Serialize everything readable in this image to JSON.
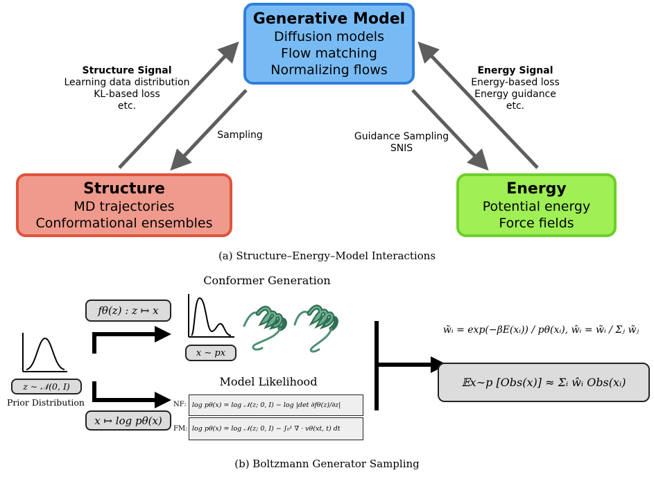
{
  "top": {
    "generative_model": {
      "title": "Generative Model",
      "lines": [
        "Diffusion models",
        "Flow matching",
        "Normalizing flows"
      ]
    },
    "structure": {
      "title": "Structure",
      "lines": [
        "MD trajectories",
        "Conformational ensembles"
      ]
    },
    "energy": {
      "title": "Energy",
      "lines": [
        "Potential energy",
        "Force fields"
      ]
    },
    "structure_signal": {
      "title": "Structure Signal",
      "lines": [
        "Learning data distribution",
        "KL-based loss",
        "etc."
      ]
    },
    "energy_signal": {
      "title": "Energy Signal",
      "lines": [
        "Energy-based loss",
        "Energy guidance",
        "etc."
      ]
    },
    "sampling_label": "Sampling",
    "guidance_label": [
      "Guidance Sampling",
      "SNIS"
    ],
    "caption": "(a) Structure–Energy–Model Interactions"
  },
  "bottom": {
    "conformer_title": "Conformer Generation",
    "flow_map": "fθ(z) : z ↦ x",
    "sample_x": "x ∼ px",
    "prior_sample": "z ∼ 𝒩(0, I)",
    "prior_label": "Prior Distribution",
    "likelihood_title": "Model Likelihood",
    "likelihood_map": "x ↦ log pθ(x)",
    "nf_label": "NF:",
    "nf_formula": "log pθ(x) = log 𝒩(z; 0, I) − log |det ∂fθ(z)/∂z|",
    "fm_label": "FM:",
    "fm_formula": "log pθ(x) = log 𝒩(z; 0, I) − ∫₀¹ ∇ · vθ(xt, t) dt",
    "weights_formula": "w̃ᵢ = exp(−βE(xᵢ)) / pθ(xᵢ),  ŵᵢ = w̃ᵢ / Σⱼ w̃ⱼ",
    "estimator_formula": "𝔼x∼p [Obs(x)] ≈ Σᵢ ŵᵢ Obs(xᵢ)",
    "caption": "(b) Boltzmann Generator Sampling"
  }
}
